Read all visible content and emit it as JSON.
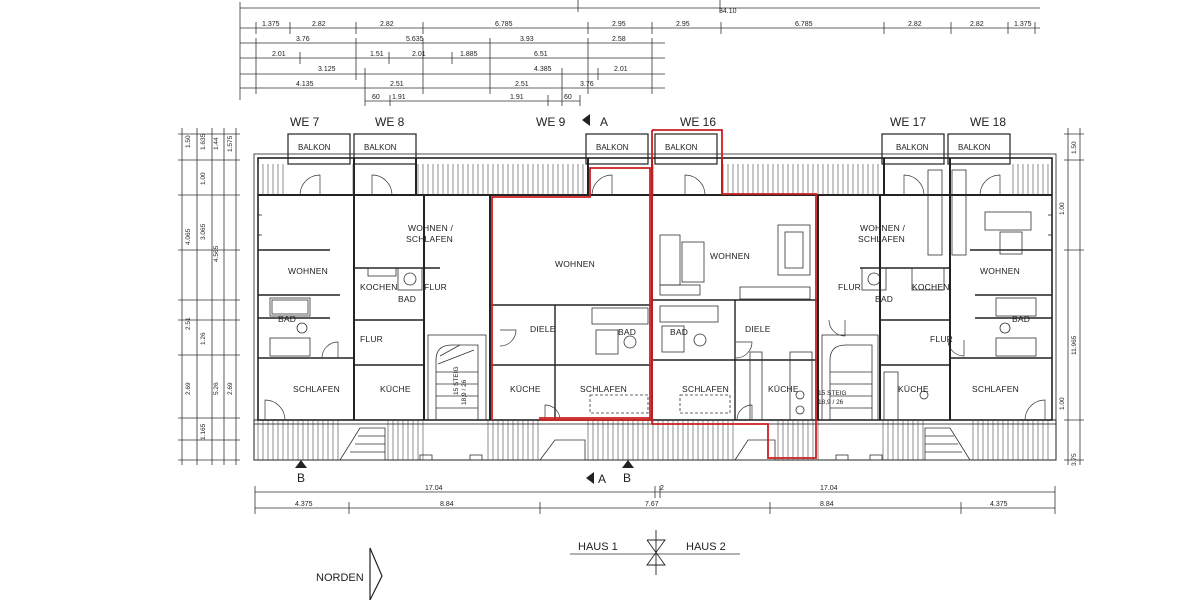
{
  "top_dimensions": {
    "row0": [
      "34.10"
    ],
    "row1": [
      "1.375",
      "2.82",
      "2.82",
      "6.785",
      "2.95",
      "2.95",
      "6.785",
      "2.82",
      "2.82",
      "1.375"
    ],
    "row2": [
      "3.76",
      "5.635",
      "3.93",
      "2.58"
    ],
    "row3": [
      "2.01",
      "1.51",
      "2.01",
      "1.885",
      "6.51"
    ],
    "row4": [
      "3.125",
      "4.385",
      "2.01"
    ],
    "row5": [
      "4.135",
      "2.51",
      "2.51",
      "3.76"
    ],
    "row6": [
      "60",
      "1.91",
      "1.91",
      "60"
    ]
  },
  "units": [
    "WE 7",
    "WE 8",
    "WE 9",
    "WE 16",
    "WE 17",
    "WE 18"
  ],
  "balcony_label": "BALKON",
  "rooms": {
    "wohnen": "WOHNEN",
    "wohnen_schlafen_1": "WOHNEN /",
    "wohnen_schlafen_2": "SCHLAFEN",
    "schlafen": "SCHLAFEN",
    "flur": "FLUR",
    "kueche": "KÜCHE",
    "kochen": "KOCHEN",
    "bad": "BAD",
    "diele": "DIELE"
  },
  "stair_label": "15 STEIG",
  "stair_ratio": "18,9 / 26",
  "section_marks": {
    "a": "A",
    "b": "B"
  },
  "bottom_dimensions": {
    "row1": [
      "17.04",
      "2",
      "17.04"
    ],
    "row2": [
      "4.375",
      "8.84",
      "7.67",
      "8.84",
      "4.375"
    ]
  },
  "left_dimensions": [
    "1.50",
    "1.635",
    "1.44",
    "1.575",
    "1.00",
    "3.065",
    "4.565",
    "2.51",
    "2.69",
    "5.26",
    "1.165",
    "1.26",
    "2.69",
    "4.065"
  ],
  "right_dimensions": [
    "1.50",
    "1.00",
    "11.965",
    "1.00",
    "3.75"
  ],
  "haus_left": "HAUS 1",
  "haus_right": "HAUS 2",
  "north_label": "NORDEN",
  "accent_color": "#cc1f1f"
}
